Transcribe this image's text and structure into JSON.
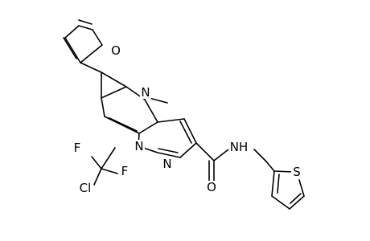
{
  "structure": {
    "atom_labels": {
      "furan_oxygen": "O",
      "pyrimidine_nitrogen": "N",
      "bridgehead_nitrogen": "N",
      "pyrazole_nitrogen": "N",
      "amide_oxygen": "O",
      "amide_nitrogen": "NH",
      "thiophene_sulfur": "S",
      "fluorine_top": "F",
      "fluorine_right": "F",
      "chlorine": "Cl"
    }
  }
}
